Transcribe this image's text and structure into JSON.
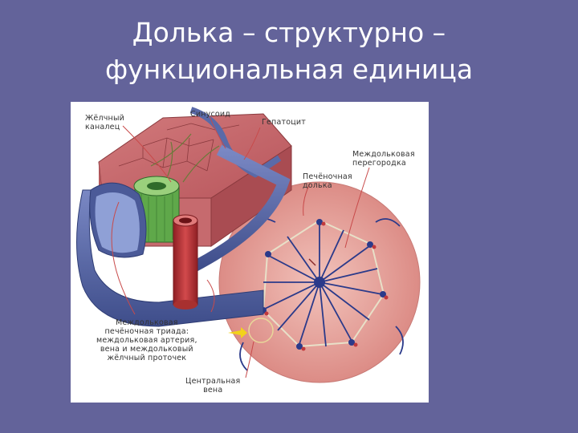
{
  "slide": {
    "title_line1": "Долька – структурно –",
    "title_line2": "функциональная единица"
  },
  "labels": {
    "bile_canaliculus": "Жёлчный\nканалец",
    "sinusoid": "Синусоид",
    "hepatocyte": "Гепатоцит",
    "interlobular_septum": "Междольковая\nперегородка",
    "hepatic_lobule": "Печёночная\nдолька",
    "portal_triad": "Междольковая\nпечёночная триада:\nмеждольковая артерия,\nвена и междольковый\nжёлчный проточек",
    "central_vein": "Центральная\nвена"
  },
  "colors": {
    "background": "#63639a",
    "tissue": "#c9626a",
    "vein": "#5a6aa8",
    "artery": "#c0393c",
    "bile": "#5fa84a",
    "lobule": "#e9a9a2"
  }
}
